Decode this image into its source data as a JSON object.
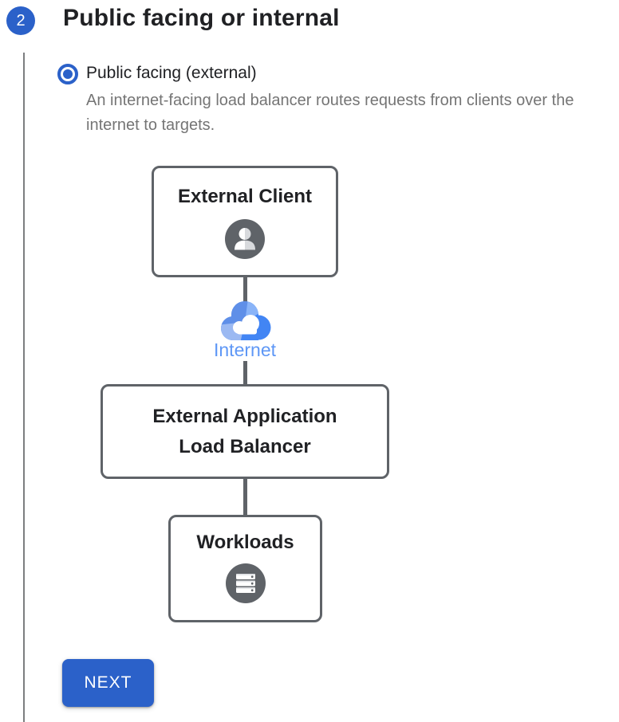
{
  "colors": {
    "accent_blue": "#2b61c9",
    "internet_label_blue": "#5e97f6",
    "diagram_gray": "#5f6368",
    "title_black": "#202124",
    "description_gray": "#757575",
    "cloud_blue_base": "#4285f4",
    "cloud_blue_light": "#9bb9f2",
    "cloud_blue_medium": "#5f8fe8"
  },
  "step": {
    "number": "2",
    "title": "Public facing or internal"
  },
  "option": {
    "label": "Public facing (external)",
    "selected": true,
    "description": "An internet-facing load balancer routes requests from clients over the internet to targets."
  },
  "diagram": {
    "nodes": [
      {
        "id": "external-client",
        "label": "External Client",
        "icon": "person-icon"
      },
      {
        "id": "internet",
        "label": "Internet",
        "icon": "google-cloud-icon"
      },
      {
        "id": "external-application-load-balancer",
        "label": "External Application Load Balancer",
        "icon": "none"
      },
      {
        "id": "workloads",
        "label": "Workloads",
        "icon": "stacked-servers-icon"
      }
    ]
  },
  "actions": {
    "next_label": "NEXT"
  }
}
